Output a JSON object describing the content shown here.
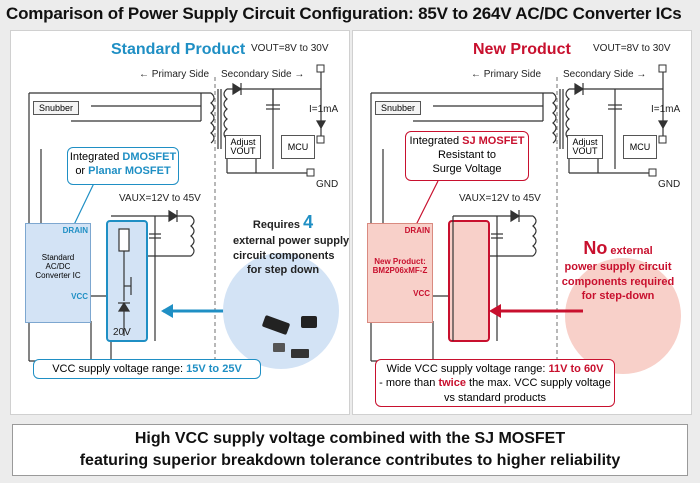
{
  "title": "Comparison of Power Supply Circuit Configuration: 85V to 264V AC/DC Converter ICs",
  "colors": {
    "standard": "#1f8fc4",
    "new": "#c8102e",
    "standard_fill": "#d3e3f5",
    "new_fill": "#f8d0c9"
  },
  "standard": {
    "heading": "Standard Product",
    "vout": "VOUT=8V to 30V",
    "primary_side": "Primary Side",
    "secondary_side": "Secondary Side",
    "snubber": "Snubber",
    "current": "I=1mA",
    "adjust_line1": "Adjust",
    "adjust_line2": "VOUT",
    "mcu": "MCU",
    "gnd": "GND",
    "mosfet_line1_prefix": "Integrated ",
    "mosfet_line1_hl": "DMOSFET",
    "mosfet_line2_prefix": "or ",
    "mosfet_line2_hl": "Planar MOSFET",
    "vaux": "VAUX=12V to 45V",
    "ic_drain": "DRAIN",
    "ic_line1": "Standard",
    "ic_line2": "AC/DC",
    "ic_line3": "Converter IC",
    "ic_vcc": "VCC",
    "zener": "20V",
    "requires_line1_text": "Requires",
    "requires_number": "4",
    "requires_line2": "external power supply",
    "requires_line3": "circuit components",
    "requires_line4": "for step down",
    "vcc_range_prefix": "VCC supply voltage range: ",
    "vcc_range_value": "15V to 25V"
  },
  "new": {
    "heading": "New Product",
    "vout": "VOUT=8V to 30V",
    "primary_side": "Primary Side",
    "secondary_side": "Secondary Side",
    "snubber": "Snubber",
    "current": "I=1mA",
    "adjust_line1": "Adjust",
    "adjust_line2": "VOUT",
    "mcu": "MCU",
    "gnd": "GND",
    "mosfet_line1_prefix": "Integrated ",
    "mosfet_line1_hl": "SJ MOSFET",
    "mosfet_line2": "Resistant to",
    "mosfet_line3": "Surge Voltage",
    "vaux": "VAUX=12V to 45V",
    "ic_drain": "DRAIN",
    "ic_line1": "New Product:",
    "ic_line2": "BM2P06xMF-Z",
    "ic_vcc": "VCC",
    "no_word": "No",
    "no_rest": " external",
    "no_line2": "power supply circuit",
    "no_line3": "components required",
    "no_line4": "for step-down",
    "wide_prefix": "Wide VCC supply voltage range: ",
    "wide_value": "11V to 60V",
    "wide_line2_a": "- more than ",
    "wide_line2_hl": "twice",
    "wide_line2_b": " the max. VCC supply voltage",
    "wide_line3": "vs standard products"
  },
  "bottom_line1": "High VCC supply voltage combined with the SJ MOSFET",
  "bottom_line2": "featuring superior breakdown tolerance contributes to higher reliability"
}
